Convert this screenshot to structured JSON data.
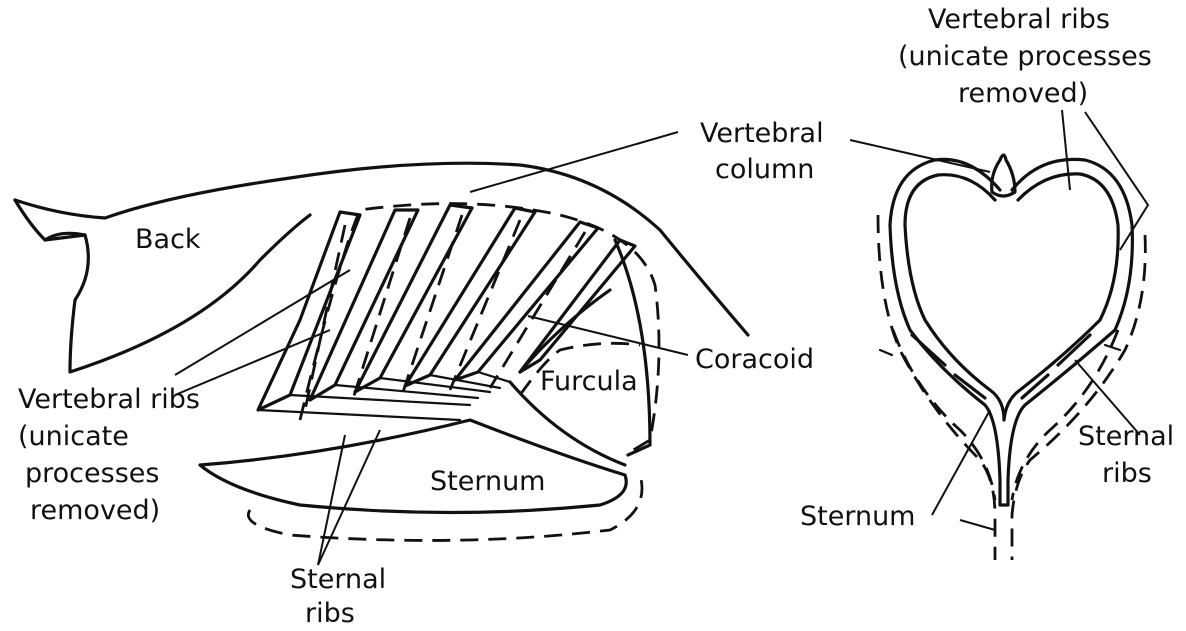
{
  "lateral_view": {
    "back": "Back",
    "vertebral_column": [
      "Vertebral",
      "column"
    ],
    "vertebral_ribs": [
      "Vertebral ribs",
      "(unicate",
      "processes",
      "removed)"
    ],
    "coracoid": "Coracoid",
    "furcula": "Furcula",
    "sternum": "Sternum",
    "sternal_ribs": [
      "Sternal",
      "ribs"
    ]
  },
  "cross_section": {
    "vertebral_ribs": [
      "Vertebral ribs",
      "(unicate processes",
      "removed)"
    ],
    "sternal_ribs": [
      "Sternal",
      "ribs"
    ],
    "sternum": "Sternum"
  }
}
